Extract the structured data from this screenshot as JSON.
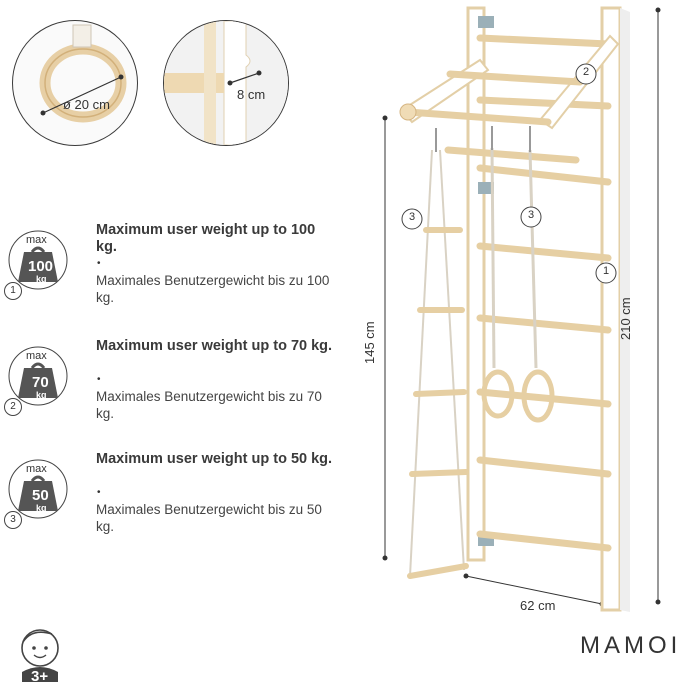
{
  "details": {
    "ring_diameter": "ø 20 cm",
    "rung_diameter": "8 cm"
  },
  "specs": [
    {
      "number": "1",
      "weight": "100",
      "max": "max",
      "unit": "kg",
      "title": "Maximum user weight up to 100 kg.",
      "bullet": "•",
      "subtitle": "Maximales Benutzergewicht bis zu 100 kg."
    },
    {
      "number": "2",
      "weight": "70",
      "max": "max",
      "unit": "kg",
      "title": "Maximum user weight up to 70 kg.",
      "bullet": "•",
      "subtitle": "Maximales Benutzergewicht bis zu 70 kg."
    },
    {
      "number": "3",
      "weight": "50",
      "max": "max",
      "unit": "kg",
      "title": "Maximum user weight up to 50 kg.",
      "bullet": "•",
      "subtitle": "Maximales Benutzergewicht bis zu 50 kg."
    }
  ],
  "dimensions": {
    "height_total": "210 cm",
    "height_ladder": "145 cm",
    "width": "62 cm"
  },
  "callouts": {
    "wall_bars": "1",
    "pullup_bar": "2",
    "rope_ladder": "3",
    "rings": "3"
  },
  "age": "3+",
  "brand": "MAMOI"
}
